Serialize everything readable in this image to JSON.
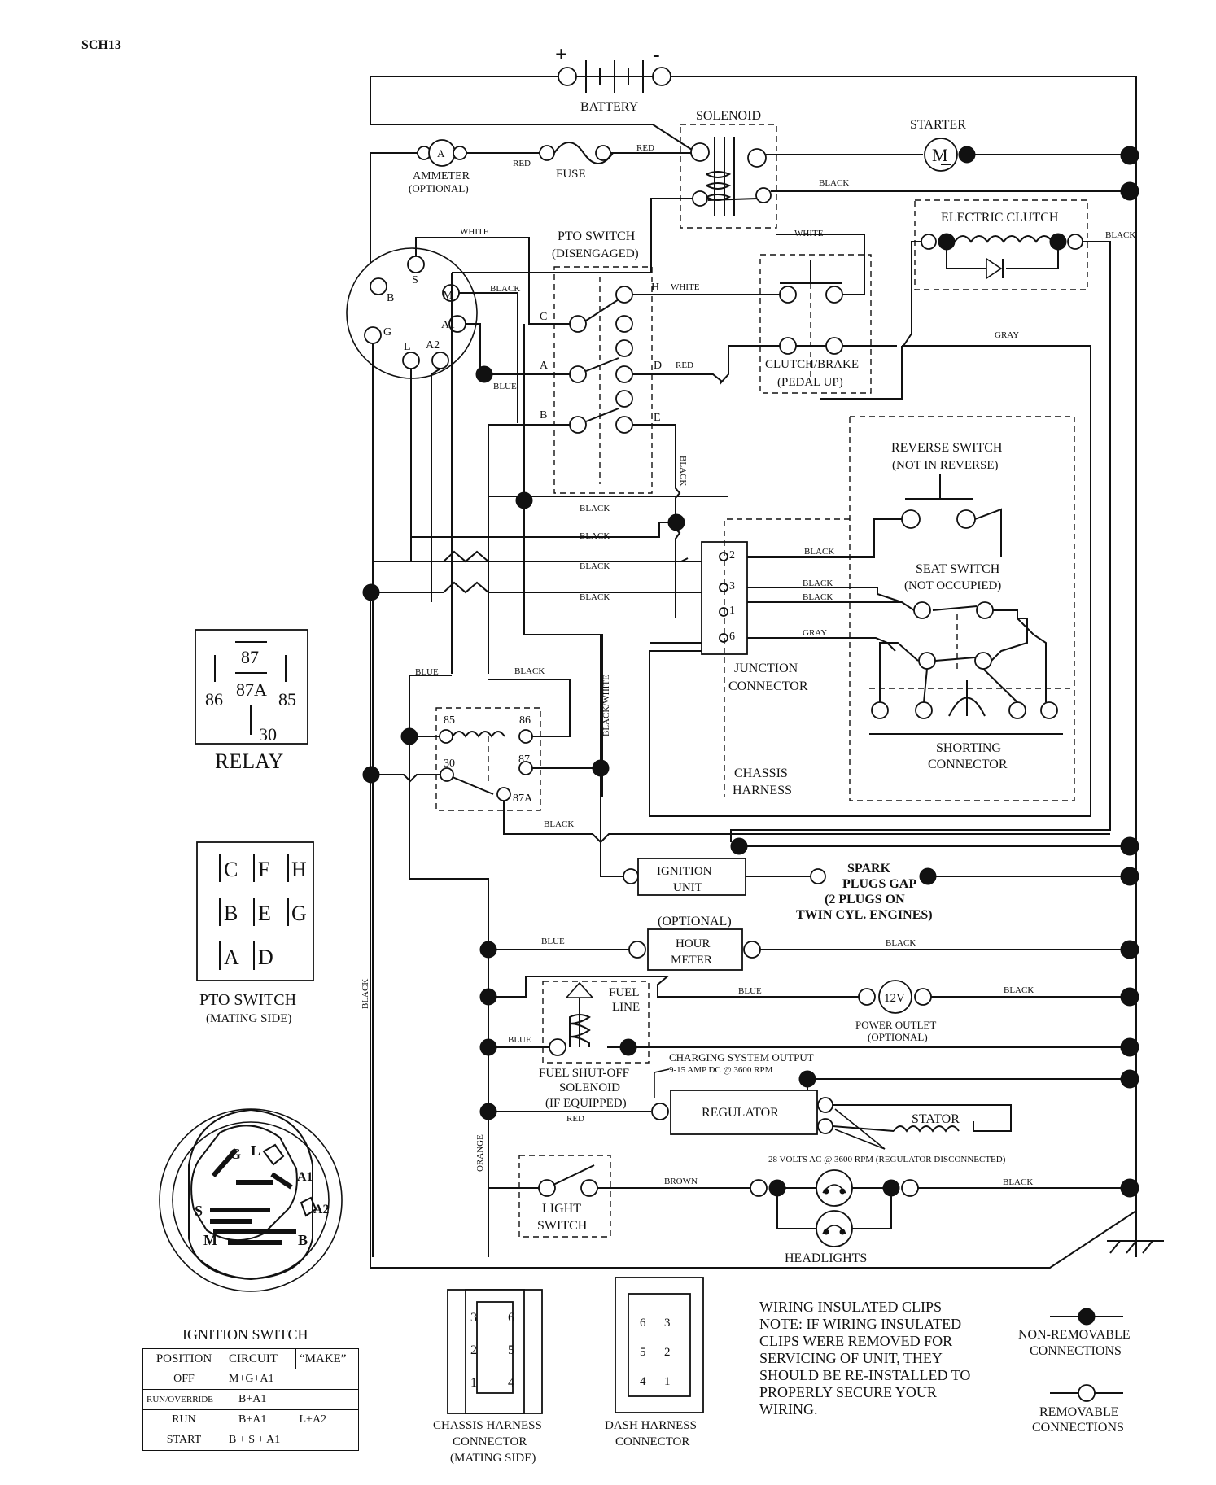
{
  "diagram_id": "SCH13",
  "components": {
    "battery": "BATTERY",
    "battery_plus": "+",
    "battery_minus": "-",
    "solenoid": "SOLENOID",
    "starter": "STARTER",
    "starter_symbol": "M",
    "ammeter_symbol": "A",
    "ammeter": "AMMETER",
    "ammeter_note": "(OPTIONAL)",
    "fuse": "FUSE",
    "electric_clutch": "ELECTRIC CLUTCH",
    "pto_switch": "PTO SWITCH",
    "pto_switch_state": "(DISENGAGED)",
    "clutch_brake": "CLUTCH/BRAKE",
    "clutch_brake_state": "(PEDAL UP)",
    "reverse_switch": "REVERSE SWITCH",
    "reverse_switch_state": "(NOT IN REVERSE)",
    "seat_switch": "SEAT SWITCH",
    "seat_switch_state": "(NOT OCCUPIED)",
    "junction_connector_1": "JUNCTION",
    "junction_connector_2": "CONNECTOR",
    "shorting_connector_1": "SHORTING",
    "shorting_connector_2": "CONNECTOR",
    "chassis_harness_1": "CHASSIS",
    "chassis_harness_2": "HARNESS",
    "ignition_unit_1": "IGNITION",
    "ignition_unit_2": "UNIT",
    "spark_1": "SPARK",
    "spark_2": "PLUGS GAP",
    "spark_3": "(2 PLUGS ON",
    "spark_4": "TWIN CYL. ENGINES)",
    "hour_meter_opt": "(OPTIONAL)",
    "hour_meter_1": "HOUR",
    "hour_meter_2": "METER",
    "fuel_line_1": "FUEL",
    "fuel_line_2": "LINE",
    "power_outlet_symbol": "12V",
    "power_outlet_1": "POWER OUTLET",
    "power_outlet_2": "(OPTIONAL)",
    "fuel_shutoff_1": "FUEL SHUT-OFF",
    "fuel_shutoff_2": "SOLENOID",
    "fuel_shutoff_3": "(IF EQUIPPED)",
    "charging_1": "CHARGING SYSTEM OUTPUT",
    "charging_2": "9-15 AMP DC @ 3600 RPM",
    "regulator": "REGULATOR",
    "stator": "STATOR",
    "volts_ac": "28 VOLTS AC @ 3600 RPM (REGULATOR DISCONNECTED)",
    "light_switch_1": "LIGHT",
    "light_switch_2": "SWITCH",
    "headlights": "HEADLIGHTS"
  },
  "wire_colors": {
    "red": "RED",
    "black": "BLACK",
    "white": "WHITE",
    "blue": "BLUE",
    "gray": "GRAY",
    "brown": "BROWN",
    "orange": "ORANGE",
    "black_white": "BLACK/WHITE"
  },
  "ignition_terminals": [
    "B",
    "S",
    "M",
    "A1",
    "G",
    "L",
    "A2"
  ],
  "pto_terminals": [
    "C",
    "H",
    "A",
    "D",
    "B",
    "E"
  ],
  "junction_pins": [
    "2",
    "3",
    "1",
    "6"
  ],
  "relay": {
    "title": "RELAY",
    "pins": [
      "85",
      "86",
      "30",
      "87",
      "87A"
    ]
  },
  "pto_mating": {
    "title": "PTO SWITCH",
    "subtitle": "(MATING SIDE)",
    "grid": [
      "C",
      "F",
      "H",
      "B",
      "E",
      "G",
      "A",
      "D"
    ]
  },
  "ignition_switch": {
    "title": "IGNITION SWITCH",
    "face_labels": [
      "G",
      "L",
      "A1",
      "S",
      "A2",
      "M",
      "B"
    ],
    "table": {
      "headers": [
        "POSITION",
        "CIRCUIT",
        "“MAKE”"
      ],
      "rows": [
        {
          "position": "OFF",
          "circuit": "M+G+A1",
          "make": ""
        },
        {
          "position": "RUN/OVERRIDE",
          "circuit": "B+A1",
          "make": ""
        },
        {
          "position": "RUN",
          "circuit": "B+A1",
          "make": "L+A2"
        },
        {
          "position": "START",
          "circuit": "B + S + A1",
          "make": ""
        }
      ]
    }
  },
  "chassis_connector": {
    "title_1": "CHASSIS HARNESS",
    "title_2": "CONNECTOR",
    "title_3": "(MATING SIDE)",
    "pins": [
      "3",
      "6",
      "2",
      "5",
      "1",
      "4"
    ]
  },
  "dash_connector": {
    "title_1": "DASH HARNESS",
    "title_2": "CONNECTOR",
    "pins": [
      "6",
      "3",
      "5",
      "2",
      "4",
      "1"
    ]
  },
  "notes": {
    "line1": "WIRING INSULATED CLIPS",
    "line2": "NOTE:  IF WIRING INSULATED",
    "line3": "CLIPS WERE REMOVED FOR",
    "line4": "SERVICING OF UNIT, THEY",
    "line5": "SHOULD BE RE-INSTALLED TO",
    "line6": "PROPERLY SECURE YOUR",
    "line7": "WIRING."
  },
  "legend": {
    "non_removable_1": "NON-REMOVABLE",
    "non_removable_2": "CONNECTIONS",
    "removable_1": "REMOVABLE",
    "removable_2": "CONNECTIONS"
  }
}
